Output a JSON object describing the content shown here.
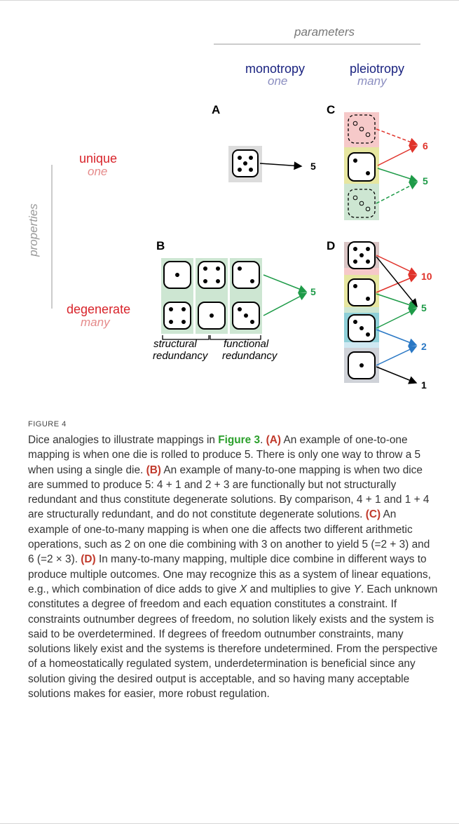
{
  "figure": {
    "header_parameters": "parameters",
    "col_monotropy": "monotropy",
    "col_monotropy_sub": "one",
    "col_pleiotropy": "pleiotropy",
    "col_pleiotropy_sub": "many",
    "row_unique": "unique",
    "row_unique_sub": "one",
    "row_degenerate": "degenerate",
    "row_degenerate_sub": "many",
    "axis_properties": "properties",
    "panels": {
      "a": "A",
      "b": "B",
      "c": "C",
      "d": "D"
    },
    "outputs": {
      "a": "5",
      "b": "5",
      "c_top": "6",
      "c_bottom": "5",
      "d1": "10",
      "d2": "5",
      "d3": "2",
      "d4": "1"
    },
    "ops": {
      "c_times": "x",
      "c_plus": "+",
      "d_times": "x",
      "d_plus": "+",
      "d_minus": "-",
      "b_plus": "+"
    },
    "redundancy": {
      "structural_1": "structural",
      "structural_2": "redundancy",
      "functional_1": "functional",
      "functional_2": "redundancy"
    },
    "colors": {
      "red": "#e0332b",
      "green": "#1e9b48",
      "blue": "#2a78c5",
      "navy": "#1a2380",
      "pink_bg": "#f6c9c9",
      "yellow_bg": "#e6e6a0",
      "green_bg": "#cde6d2",
      "cyan_bg": "#8fd0d8"
    }
  },
  "caption": {
    "label": "FIGURE 4",
    "t1": "Dice analogies to illustrate mappings in ",
    "fig_ref": "Figure 3",
    "t2": ". ",
    "a": "(A)",
    "t3": " An example of one-to-one mapping is when one die is rolled to produce 5. There is only one way to throw a 5 when using a single die. ",
    "b": "(B)",
    "t4": " An example of many-to-one mapping is when two dice are summed to produce 5: 4 + 1 and 2 + 3 are functionally but not structurally redundant and thus constitute degenerate solutions. By comparison, 4 + 1 and 1 + 4 are structurally redundant, and do not constitute degenerate solutions. ",
    "c": "(C)",
    "t5": " An example of one-to-many mapping is when one die affects two different arithmetic operations, such as 2 on one die combining with 3 on another to yield 5 (=2 + 3) and 6 (=2 × 3). ",
    "d": "(D)",
    "t6": " In many-to-many mapping, multiple dice combine in different ways to produce multiple outcomes. One may recognize this as a system of linear equations, e.g., which combination of dice adds to give ",
    "x": "X",
    "t7": " and multiplies to give ",
    "y": "Y",
    "t8": ". Each unknown constitutes a degree of freedom and each equation constitutes a constraint. If constraints outnumber degrees of freedom, no solution likely exists and the system is said to be overdetermined. If degrees of freedom outnumber constraints, many solutions likely exist and the systems is therefore undetermined. From the perspective of a homeostatically regulated system, underdetermination is beneficial since any solution giving the desired output is acceptable, and so having many acceptable solutions makes for easier, more robust regulation."
  }
}
